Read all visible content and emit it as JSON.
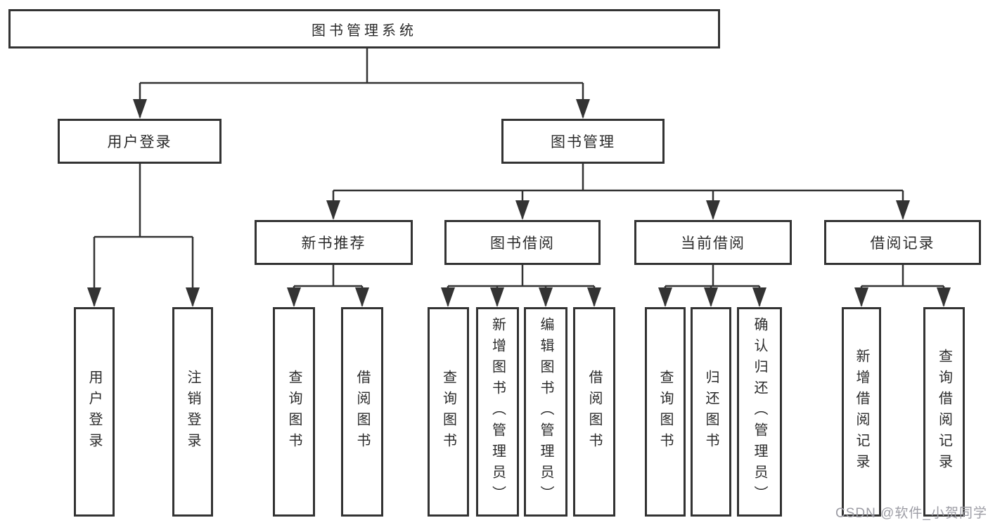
{
  "root": {
    "label": "图书管理系统"
  },
  "level2": {
    "user_login": {
      "label": "用户登录"
    },
    "book_management": {
      "label": "图书管理"
    }
  },
  "level3": {
    "new_book_recommend": {
      "label": "新书推荐"
    },
    "book_borrow": {
      "label": "图书借阅"
    },
    "current_borrow": {
      "label": "当前借阅"
    },
    "borrow_records": {
      "label": "借阅记录"
    }
  },
  "leaves": {
    "user_login_leaf": {
      "label": "用户登录"
    },
    "logout": {
      "label": "注销登录"
    },
    "recommend_query_book": {
      "label": "查询图书"
    },
    "recommend_borrow_book": {
      "label": "借阅图书"
    },
    "borrow_query_book": {
      "label": "查询图书"
    },
    "borrow_add_book": {
      "label": "新增图书（管理员）"
    },
    "borrow_edit_book": {
      "label": "编辑图书（管理员）"
    },
    "borrow_borrow_book": {
      "label": "借阅图书"
    },
    "current_query_book": {
      "label": "查询图书"
    },
    "current_return_book": {
      "label": "归还图书"
    },
    "current_confirm_return": {
      "label": "确认归还（管理员）"
    },
    "records_add_record": {
      "label": "新增借阅记录"
    },
    "records_query_record": {
      "label": "查询借阅记录"
    }
  },
  "watermark": {
    "text": "CSDN @软件_小贺同学"
  },
  "colors": {
    "line": "#333333",
    "text": "#2b2b2b",
    "background": "#ffffff",
    "watermark": "#9d9da5"
  }
}
